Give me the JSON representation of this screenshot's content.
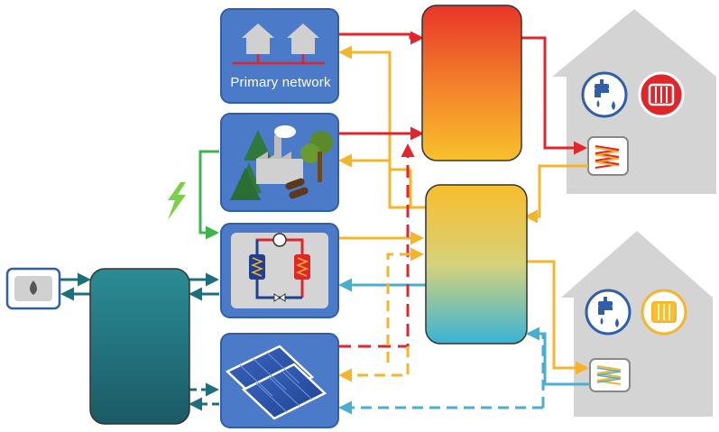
{
  "diagram": {
    "primary_network_label": "Primary network",
    "nodes": [
      {
        "id": "primary-network",
        "icon": "houses-icon"
      },
      {
        "id": "biomass-plant",
        "icon": "factory-trees-icon"
      },
      {
        "id": "heat-pump",
        "icon": "heat-pump-icon"
      },
      {
        "id": "solar-collectors",
        "icon": "solar-panel-icon"
      },
      {
        "id": "ground-source",
        "icon": "water-drop-icon"
      },
      {
        "id": "seasonal-storage",
        "icon": "storage-tank-icon"
      },
      {
        "id": "high-temperature-storage",
        "icon": "storage-tank-icon"
      },
      {
        "id": "low-temperature-storage",
        "icon": "storage-tank-icon"
      },
      {
        "id": "house-high-temperature",
        "icon": "house-icon"
      },
      {
        "id": "house-low-temperature",
        "icon": "house-icon"
      }
    ],
    "colors": {
      "box_blue": "#4a7ac8",
      "box_border": "#2f5fa8",
      "hot": "#e0252b",
      "warm": "#f5b52a",
      "cold": "#4aaed0",
      "teal": "#1e6f7c",
      "electric": "#3cb44b",
      "house_gray": "#d4d4d4"
    }
  }
}
